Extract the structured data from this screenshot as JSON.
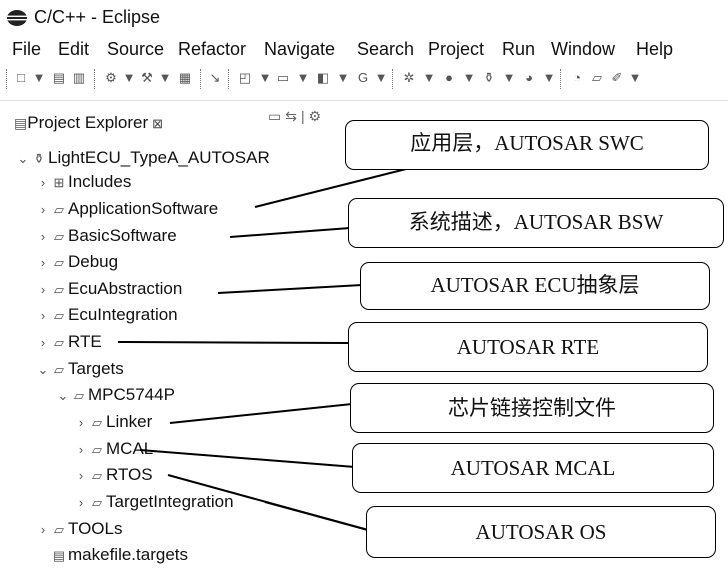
{
  "window": {
    "title": "C/C++ - Eclipse"
  },
  "menu": [
    "File",
    "Edit",
    "Source",
    "Refactor",
    "Navigate",
    "Search",
    "Project",
    "Run",
    "Window",
    "Help"
  ],
  "view": {
    "tab_label": "Project Explorer",
    "close_glyph": "⊠"
  },
  "tree": [
    {
      "label": "LightECU_TypeA_AUTOSAR",
      "arrow": "⌄",
      "icon": "project-icon"
    },
    {
      "label": "Includes",
      "arrow": "›",
      "icon": "includes-icon"
    },
    {
      "label": "ApplicationSoftware",
      "arrow": "›",
      "icon": "folder-icon"
    },
    {
      "label": "BasicSoftware",
      "arrow": "›",
      "icon": "folder-icon"
    },
    {
      "label": "Debug",
      "arrow": "›",
      "icon": "folder-icon"
    },
    {
      "label": "EcuAbstraction",
      "arrow": "›",
      "icon": "folder-icon"
    },
    {
      "label": "EcuIntegration",
      "arrow": "›",
      "icon": "folder-icon"
    },
    {
      "label": "RTE",
      "arrow": "›",
      "icon": "folder-icon"
    },
    {
      "label": "Targets",
      "arrow": "⌄",
      "icon": "folder-icon"
    },
    {
      "label": "MPC5744P",
      "arrow": "⌄",
      "icon": "folder-icon"
    },
    {
      "label": "Linker",
      "arrow": "›",
      "icon": "folder-icon"
    },
    {
      "label": "MCAL",
      "arrow": "›",
      "icon": "folder-icon"
    },
    {
      "label": "RTOS",
      "arrow": "›",
      "icon": "folder-icon"
    },
    {
      "label": "TargetIntegration",
      "arrow": "›",
      "icon": "folder-icon"
    },
    {
      "label": "TOOLs",
      "arrow": "›",
      "icon": "folder-icon"
    },
    {
      "label": "makefile.targets",
      "arrow": "",
      "icon": "file-icon"
    }
  ],
  "callouts": [
    "应用层，AUTOSAR SWC",
    "系统描述，AUTOSAR BSW",
    "AUTOSAR ECU抽象层",
    "AUTOSAR RTE",
    "芯片链接控制文件",
    "AUTOSAR MCAL",
    "AUTOSAR OS"
  ]
}
